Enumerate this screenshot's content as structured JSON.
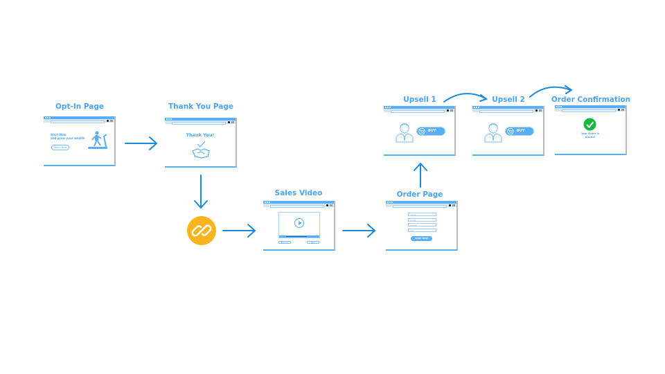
{
  "steps": {
    "optin": {
      "title": "Opt-In Page",
      "line1": "Start Now",
      "line2": "and grow your wealth",
      "button": "Apply Now"
    },
    "thankyou": {
      "title": "Thank You Page",
      "heading": "Thank You!"
    },
    "video": {
      "title": "Sales Video",
      "prev": "Previous",
      "next": "Next"
    },
    "order": {
      "title": "Order Page",
      "fields": [
        "name",
        "email",
        "phone",
        "card"
      ],
      "button": "SHOP NOW"
    },
    "upsell1": {
      "title": "Upsell 1",
      "button": "BUY NOW"
    },
    "upsell2": {
      "title": "Upsell 2",
      "button": "BUY NOW"
    },
    "confirm": {
      "title": "Order Confirmation",
      "line1": "Your Order is",
      "line2": "placed!"
    }
  },
  "link_icon": "link-icon",
  "colors": {
    "title": "#4aa3f2",
    "arrow": "#1a8ad8",
    "link_circle": "#f7b41f",
    "success": "#16b83e"
  }
}
